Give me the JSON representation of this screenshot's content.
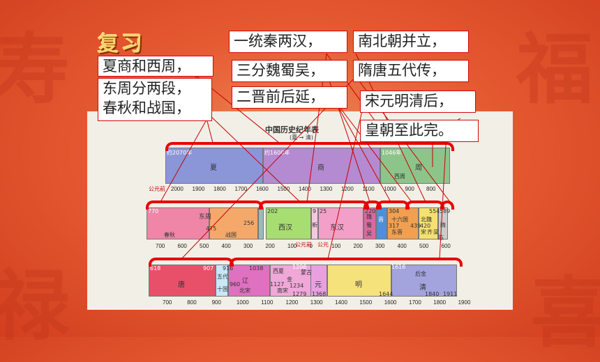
{
  "title": "复习",
  "rhyme": {
    "line1": "夏商和西周，",
    "line2a": "东周分两段，",
    "line2b": "春秋和战国，",
    "line3": "一统秦两汉，",
    "line4": "三分魏蜀吴，",
    "line5": "二晋前后延，",
    "line6": "南北朝并立，",
    "line7": "隋唐五代传，",
    "line8": "宋元明清后，",
    "line9": "皇朝至此完。"
  },
  "chart": {
    "heading": "中国历史纪年表",
    "sub": "(夏 → 清)",
    "row1": {
      "xia": "夏",
      "shang": "商",
      "zhou": "周",
      "xizhou": "西周",
      "xia_start": "约2070年",
      "shang_start": "约1600年",
      "zhou_start": "1046年",
      "era": "公元前",
      "ticks": [
        "2000",
        "1900",
        "1800",
        "1700",
        "1600",
        "1500",
        "1400",
        "1300",
        "1200",
        "1100",
        "1000",
        "900",
        "800"
      ]
    },
    "row2": {
      "dongzhou": "东周",
      "chunqiu": "春秋",
      "zhanguo": "战国",
      "xihan": "西汉",
      "xin": "新",
      "donghan": "东汉",
      "wei": "魏",
      "shu": "蜀",
      "wu": "吴",
      "jin": "晋",
      "shiliuguo": "十六国",
      "dongjin": "东晋",
      "beiwei": "北魏",
      "song": "宋",
      "qi": "齐",
      "liang": "梁",
      "chen": "陈",
      "sui": "隋",
      "n770": "770",
      "n475": "475",
      "n256": "256",
      "n202": "202",
      "n9": "9",
      "n25": "25",
      "n220": "220",
      "n304": "304",
      "n439": "439",
      "n317": "317",
      "n420": "420",
      "n554": "554",
      "n589": "589",
      "era_bc": "公元前",
      "era_ad": "公元",
      "ticks": [
        "700",
        "600",
        "500",
        "400",
        "300",
        "200",
        "100",
        "0",
        "100",
        "200",
        "300",
        "400",
        "500",
        "600"
      ]
    },
    "row3": {
      "tang": "唐",
      "wudai": "五代",
      "shiguo": "十国",
      "liao": "辽",
      "beisong": "北宋",
      "nansong": "南宋",
      "xixia": "西夏",
      "jin": "金",
      "yuan": "元",
      "ming": "明",
      "qing": "清",
      "houjin": "后金",
      "mengu": "蒙古",
      "n618": "618",
      "n907": "907",
      "n916": "916",
      "n960": "960",
      "n1038": "1038",
      "n1127": "1127",
      "n1206": "1206",
      "n1234": "1234",
      "n1279": "1279",
      "n1368": "1368",
      "n1616": "1616",
      "n1644": "1644",
      "n1840": "1840",
      "n1911": "1911",
      "ticks": [
        "700",
        "800",
        "900",
        "1000",
        "1100",
        "1200",
        "1300",
        "1400",
        "1500",
        "1600",
        "1700",
        "1800",
        "1900"
      ]
    }
  },
  "colors": {
    "accent_red": "#e80000",
    "bg": "#e65b32",
    "title_gold": "#f7d36b"
  }
}
